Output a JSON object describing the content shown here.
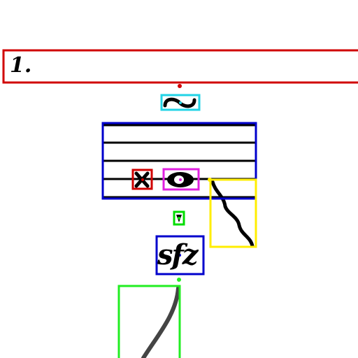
{
  "measure_number": "1.",
  "dynamic_marking": "sfz",
  "symbols": {
    "turn": "turn-ornament",
    "accidental": "double-sharp",
    "notehead": "whole-note",
    "accent": "marcato-accent",
    "slur": "slur-curve",
    "tie": "tie-curve"
  },
  "colors": {
    "measure_box": "#d00000",
    "turn_box": "#22d3e6",
    "staff_box": "#0000cc",
    "accidental_box": "#d00000",
    "notehead_box": "#e020e0",
    "slur_box": "#ffee00",
    "accent_box": "#00dd00",
    "dynamic_box": "#0000cc",
    "tie_box": "#22ee22"
  }
}
